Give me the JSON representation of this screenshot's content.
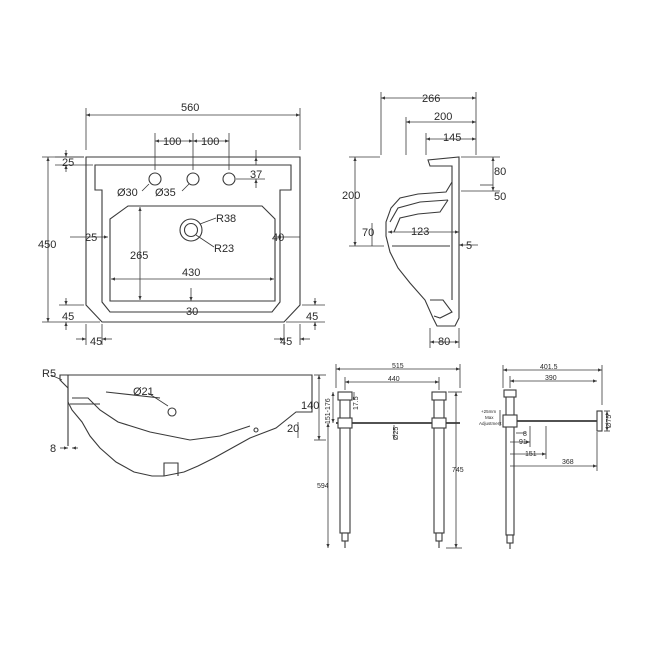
{
  "top_view": {
    "overall_width": "560",
    "tap_spacing_left": "100",
    "tap_spacing_right": "100",
    "rim_top": "25",
    "tap_offset": "37",
    "overall_depth": "450",
    "tap_hole_small": "Ø30",
    "tap_hole_main": "Ø35",
    "waste_radius_outer": "R38",
    "waste_radius_inner": "R23",
    "bowl_side_left": "25",
    "bowl_side_right": "40",
    "bowl_depth": "265",
    "bowl_width": "430",
    "bowl_front": "30",
    "chamfer_left_v": "45",
    "chamfer_right_v": "45",
    "chamfer_left_h": "45",
    "chamfer_right_h": "45"
  },
  "side_view": {
    "overall_depth": "266",
    "bracket_depth": "200",
    "arm_length": "145",
    "height": "200",
    "arm_height": "80",
    "arm_drop": "50",
    "offset_70": "70",
    "offset_123": "123",
    "offset_5": "5",
    "base_width": "80"
  },
  "section_view": {
    "rim_radius": "R5",
    "overflow_hole": "Ø21",
    "height": "140",
    "rim_thickness": "20",
    "wall": "8"
  },
  "front_stand": {
    "overall_width": "515",
    "leg_centres": "440",
    "top_cap": "17.5",
    "adjust_range": "151-176",
    "leg_diameter": "Ø25",
    "leg_height": "594",
    "overall_height": "745"
  },
  "side_stand": {
    "overall_depth": "401.5",
    "rail_length": "390",
    "adjust_note_1": "+25mm",
    "adjust_note_2": "Max",
    "adjust_note_3": "Adjustment",
    "wall_plate": "Ø75",
    "dim_8": "8",
    "dim_91": "91",
    "dim_151": "151",
    "dim_368": "368"
  }
}
